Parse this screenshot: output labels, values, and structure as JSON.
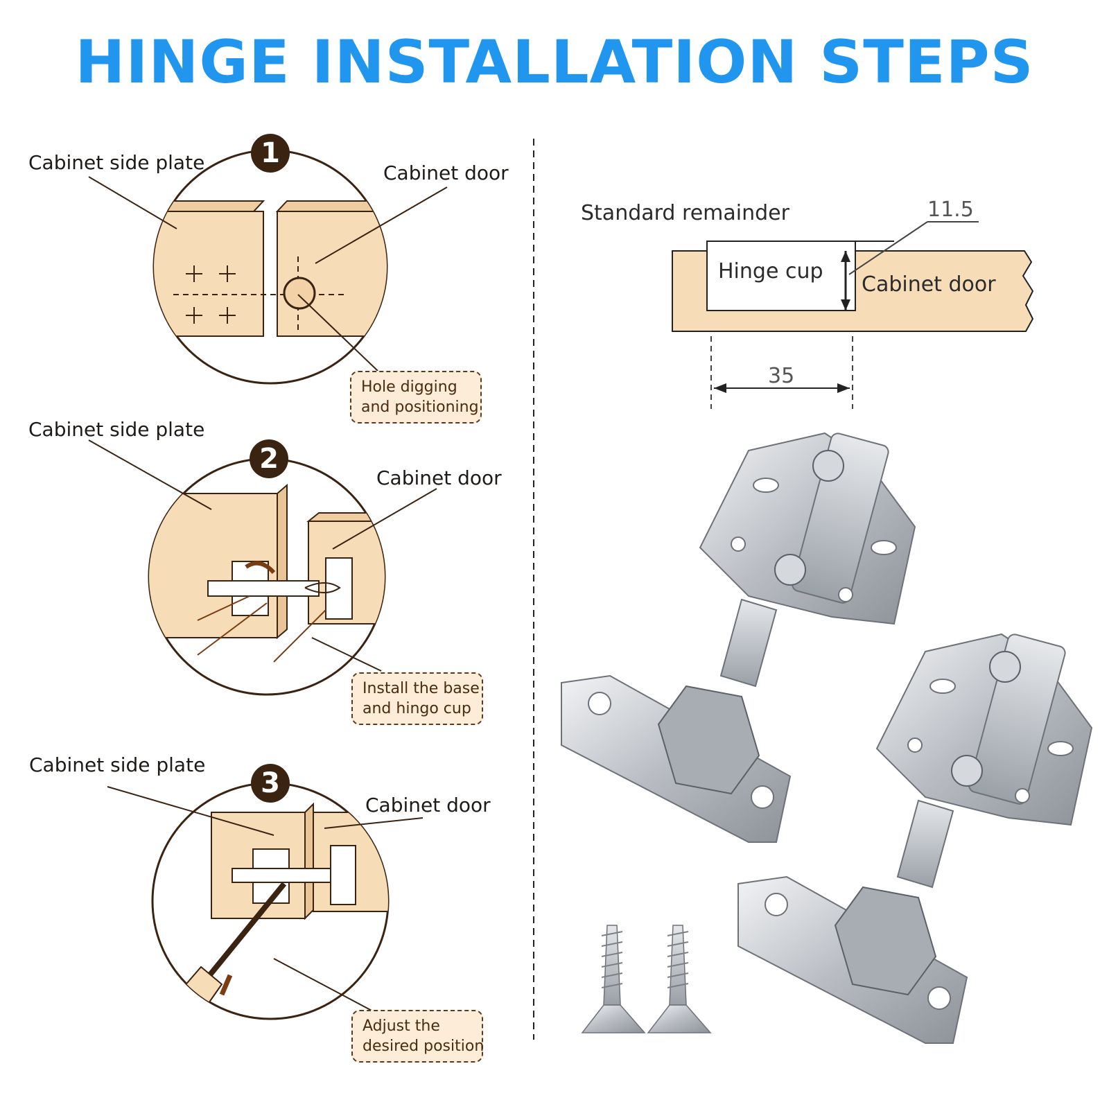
{
  "title": "HINGE INSTALLATION STEPS",
  "steps": [
    {
      "number": "1",
      "side_plate_label": "Cabinet side plate",
      "door_label": "Cabinet door",
      "note": [
        "Hole digging",
        "and positioning"
      ]
    },
    {
      "number": "2",
      "side_plate_label": "Cabinet side plate",
      "door_label": "Cabinet door",
      "note": [
        "Install the base",
        "and hingo cup"
      ]
    },
    {
      "number": "3",
      "side_plate_label": "Cabinet side plate",
      "door_label": "Cabinet door",
      "note": [
        "Adjust the",
        "desired position"
      ]
    }
  ],
  "dimension": {
    "standard_remainder": "Standard remainder",
    "hinge_cup": "Hinge cup",
    "cabinet_door": "Cabinet door",
    "value_top": "11.5",
    "value_width": "35"
  },
  "colors": {
    "title": "#2196ee",
    "wood": "#f7dcb8",
    "outline": "#3b2312",
    "note_fill": "#fcecd8",
    "metal": "#c8cbd0"
  }
}
